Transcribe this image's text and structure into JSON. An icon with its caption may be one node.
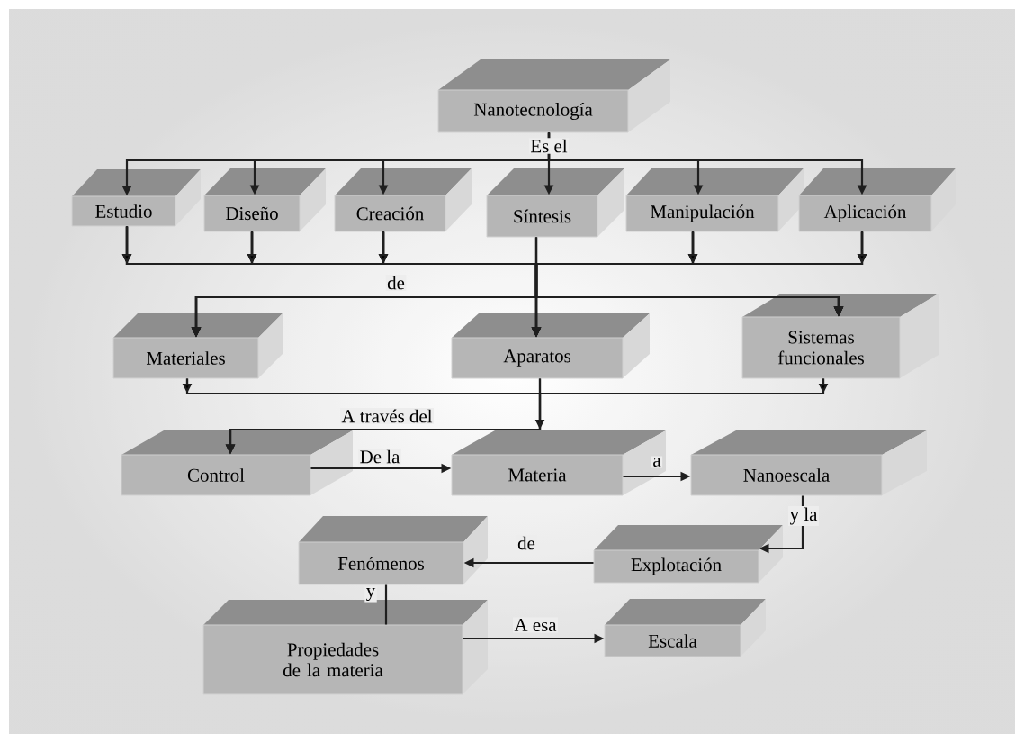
{
  "diagram": {
    "nodes": [
      {
        "text": [
          "Nanotecnología"
        ]
      },
      {
        "text": [
          "Estudio"
        ]
      },
      {
        "text": [
          "Diseño"
        ]
      },
      {
        "text": [
          "Creación"
        ]
      },
      {
        "text": [
          "Síntesis"
        ]
      },
      {
        "text": [
          "Manipulación"
        ]
      },
      {
        "text": [
          "Aplicación"
        ]
      },
      {
        "text": [
          "Materiales"
        ]
      },
      {
        "text": [
          "Aparatos"
        ]
      },
      {
        "text": [
          "Sistemas funcionales"
        ]
      },
      {
        "text": [
          "Control"
        ]
      },
      {
        "text": [
          "Materia"
        ]
      },
      {
        "text": [
          "Nanoescala"
        ]
      },
      {
        "text": [
          "Fenómenos"
        ]
      },
      {
        "text": [
          "Explotación"
        ]
      },
      {
        "text": [
          "Propiedades de la materia"
        ]
      },
      {
        "text": [
          "Escala"
        ]
      }
    ],
    "edges": [
      {
        "from": 0,
        "to": 1,
        "arrow": "to"
      },
      {
        "from": 0,
        "to": 2,
        "arrow": "to"
      },
      {
        "from": 0,
        "to": 3,
        "arrow": "to"
      },
      {
        "from": 0,
        "to": 4,
        "arrow": "to",
        "label": "Es el"
      },
      {
        "from": 0,
        "to": 5,
        "arrow": "to"
      },
      {
        "from": 0,
        "to": 6,
        "arrow": "to"
      },
      {
        "from": 1,
        "to": 7,
        "arrow": "to",
        "label": "de"
      },
      {
        "from": 1,
        "to": 8,
        "arrow": "to"
      },
      {
        "from": 1,
        "to": 9,
        "arrow": "to"
      },
      {
        "from": 2,
        "to": 7,
        "arrow": "to"
      },
      {
        "from": 2,
        "to": 8,
        "arrow": "to"
      },
      {
        "from": 2,
        "to": 9,
        "arrow": "to"
      },
      {
        "from": 3,
        "to": 7,
        "arrow": "to"
      },
      {
        "from": 3,
        "to": 8,
        "arrow": "to"
      },
      {
        "from": 3,
        "to": 9,
        "arrow": "to"
      },
      {
        "from": 4,
        "to": 7,
        "arrow": "to"
      },
      {
        "from": 4,
        "to": 8,
        "arrow": "to"
      },
      {
        "from": 4,
        "to": 9,
        "arrow": "to"
      },
      {
        "from": 5,
        "to": 7,
        "arrow": "to"
      },
      {
        "from": 5,
        "to": 8,
        "arrow": "to"
      },
      {
        "from": 5,
        "to": 9,
        "arrow": "to"
      },
      {
        "from": 6,
        "to": 7,
        "arrow": "to"
      },
      {
        "from": 6,
        "to": 8,
        "arrow": "to"
      },
      {
        "from": 6,
        "to": 9,
        "arrow": "to"
      },
      {
        "from": 7,
        "to": 10,
        "arrow": "to"
      },
      {
        "from": 8,
        "to": 10,
        "arrow": "to",
        "label": "A través del"
      },
      {
        "from": 9,
        "to": 10,
        "arrow": "to"
      },
      {
        "from": 10,
        "to": 11,
        "arrow": "to",
        "label": "De la"
      },
      {
        "from": 11,
        "to": 12,
        "arrow": "to",
        "label": "a"
      },
      {
        "from": 12,
        "to": 14,
        "arrow": "to",
        "label": "y la"
      },
      {
        "from": 14,
        "to": 13,
        "arrow": "to",
        "label": "de"
      },
      {
        "from": 13,
        "to": 15,
        "arrow": "none",
        "label": "y"
      },
      {
        "from": 15,
        "to": 16,
        "arrow": "to",
        "label": "A esa"
      }
    ]
  }
}
